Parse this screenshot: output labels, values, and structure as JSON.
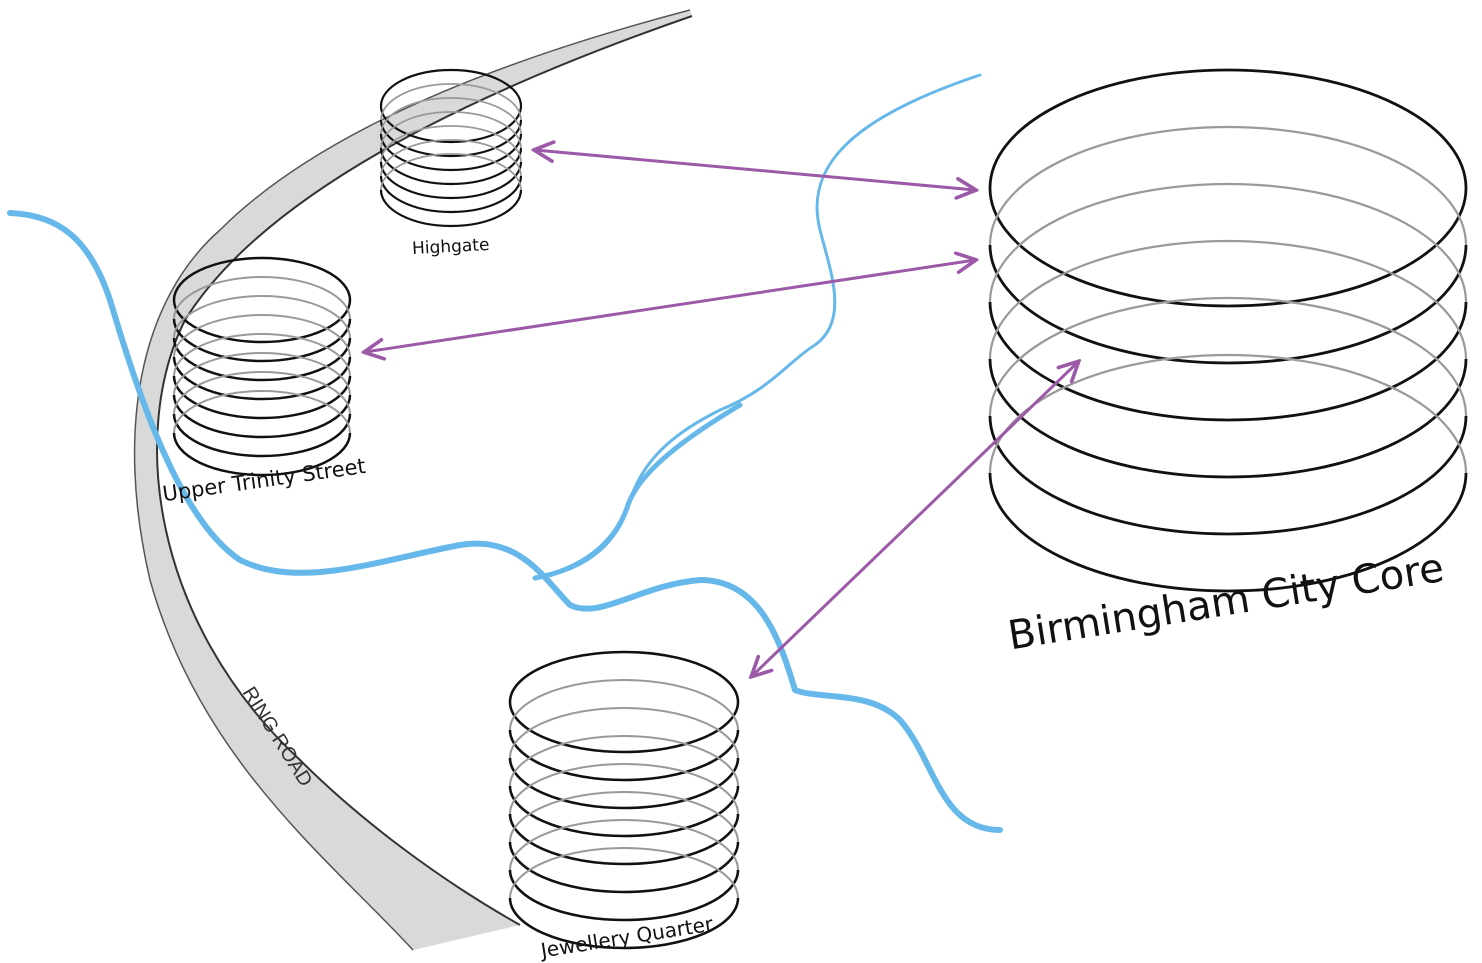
{
  "diagram": {
    "nodes": {
      "highgate": {
        "label": "Highgate",
        "levels": 7
      },
      "upper_trinity_street": {
        "label": "Upper Trinity Street",
        "levels": 8
      },
      "jewellery_quarter": {
        "label": "Jewellery Quarter",
        "levels": 8
      },
      "city_core": {
        "label": "Birmingham City Core",
        "levels": 6
      }
    },
    "connections": [
      {
        "from": "Highgate",
        "to": "Birmingham City Core",
        "direction": "both"
      },
      {
        "from": "Upper Trinity Street",
        "to": "Birmingham City Core",
        "direction": "both"
      },
      {
        "from": "Jewellery Quarter",
        "to": "Birmingham City Core",
        "direction": "both"
      }
    ],
    "ring_road": {
      "label": "RING ROAD"
    },
    "colors": {
      "arrow": "#9b59a8",
      "river": "#66b8ea",
      "road_fill": "#d9d9d9",
      "road_edge": "#333333",
      "cylinder_stroke": "#111111"
    }
  }
}
